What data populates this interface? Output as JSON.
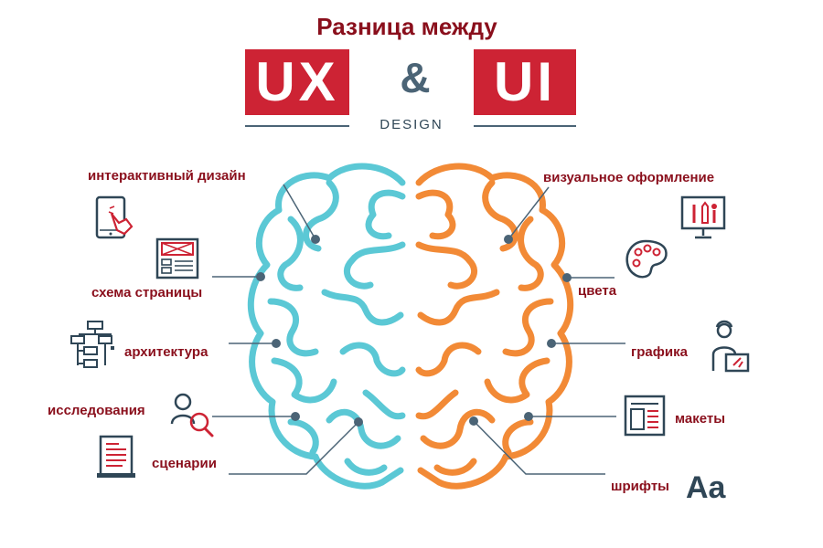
{
  "header": {
    "title": "Разница между",
    "ux": "UX",
    "ampersand": "&",
    "ui": "UI",
    "design": "DESIGN"
  },
  "ux_items": [
    {
      "label": "интерактивный дизайн",
      "icon": "tablet-touch-icon"
    },
    {
      "label": "схема страницы",
      "icon": "wireframe-icon"
    },
    {
      "label": "архитектура",
      "icon": "sitemap-icon"
    },
    {
      "label": "исследования",
      "icon": "user-research-icon"
    },
    {
      "label": "сценарии",
      "icon": "script-scroll-icon"
    }
  ],
  "ui_items": [
    {
      "label": "визуальное оформление",
      "icon": "monitor-tools-icon"
    },
    {
      "label": "цвета",
      "icon": "palette-icon"
    },
    {
      "label": "графика",
      "icon": "designer-icon"
    },
    {
      "label": "макеты",
      "icon": "layout-icon"
    },
    {
      "label": "шрифты",
      "icon": "typography-icon",
      "glyph": "Aa"
    }
  ],
  "colors": {
    "heading": "#8a0f1c",
    "tag": "#cd2334",
    "slate": "#4b6476",
    "left_brain": "#5bc8d5",
    "right_brain": "#f28a36",
    "icon_dark": "#2f4656",
    "icon_red": "#cd2334"
  }
}
